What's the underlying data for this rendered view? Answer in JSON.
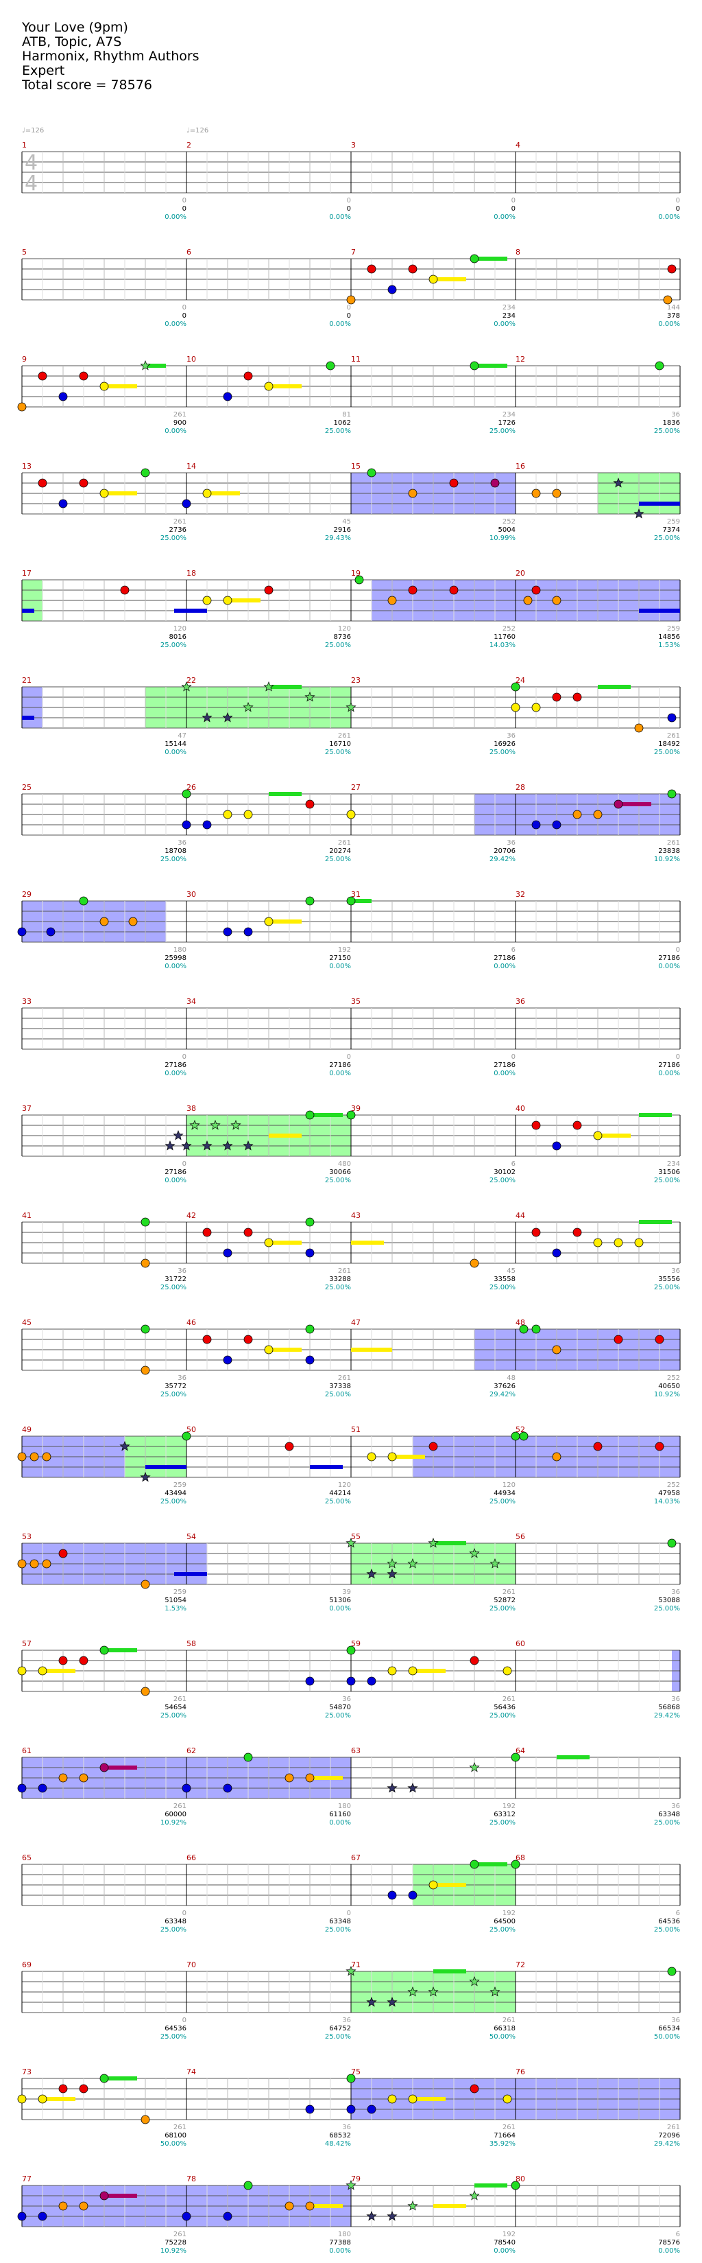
{
  "header": {
    "title": "Your Love (9pm)",
    "artist": "ATB, Topic, A7S",
    "author": "Harmonix, Rhythm Authors",
    "difficulty": "Expert",
    "score_line": "Total score = 78576"
  },
  "tempo_markers": [
    "♩=126",
    "♩=126"
  ],
  "time_signature": [
    "4",
    "4"
  ],
  "colors": {
    "green": "#22dd22",
    "red": "#ee0000",
    "yellow": "#ffee00",
    "blue": "#0000dd",
    "orange": "#ff9900",
    "purple": "#aa0066",
    "star_power": "#5555ff",
    "solo": "#55ff55"
  },
  "rows": [
    {
      "measures": [
        1,
        2,
        3,
        4
      ],
      "stats": [
        [
          "",
          "",
          ""
        ],
        [
          "0",
          "0",
          "0.00%"
        ],
        [
          "0",
          "0",
          "0.00%"
        ],
        [
          "0",
          "0",
          "0.00%"
        ],
        [
          "0",
          "0",
          "0.00%"
        ]
      ]
    },
    {
      "measures": [
        5,
        6,
        7,
        8
      ],
      "stats": [
        [
          "",
          "",
          ""
        ],
        [
          "0",
          "0",
          "0.00%"
        ],
        [
          "0",
          "0",
          "0.00%"
        ],
        [
          "234",
          "234",
          "0.00%"
        ],
        [
          "144",
          "378",
          "0.00%"
        ]
      ]
    },
    {
      "measures": [
        9,
        10,
        11,
        12
      ],
      "stats": [
        [
          "",
          "",
          ""
        ],
        [
          "261",
          "900",
          "0.00%"
        ],
        [
          "81",
          "1062",
          "25.00%"
        ],
        [
          "234",
          "1726",
          "25.00%"
        ],
        [
          "36",
          "1836",
          "25.00%"
        ]
      ]
    },
    {
      "measures": [
        13,
        14,
        15,
        16
      ],
      "stats": [
        [
          "",
          "",
          ""
        ],
        [
          "261",
          "2736",
          "25.00%"
        ],
        [
          "45",
          "2916",
          "29.43%"
        ],
        [
          "252",
          "5004",
          "10.99%"
        ],
        [
          "259",
          "7374",
          "25.00%"
        ]
      ]
    },
    {
      "measures": [
        17,
        18,
        19,
        20
      ],
      "stats": [
        [
          "",
          "",
          ""
        ],
        [
          "120",
          "8016",
          "25.00%"
        ],
        [
          "120",
          "8736",
          "25.00%"
        ],
        [
          "252",
          "11760",
          "14.03%"
        ],
        [
          "259",
          "14856",
          "1.53%"
        ]
      ]
    },
    {
      "measures": [
        21,
        22,
        23,
        24
      ],
      "stats": [
        [
          "",
          "",
          ""
        ],
        [
          "47",
          "15144",
          "0.00%"
        ],
        [
          "261",
          "16710",
          "25.00%"
        ],
        [
          "36",
          "16926",
          "25.00%"
        ],
        [
          "261",
          "18492",
          "25.00%"
        ]
      ]
    },
    {
      "measures": [
        25,
        26,
        27,
        28
      ],
      "stats": [
        [
          "",
          "",
          ""
        ],
        [
          "36",
          "18708",
          "25.00%"
        ],
        [
          "261",
          "20274",
          "25.00%"
        ],
        [
          "36",
          "20706",
          "29.42%"
        ],
        [
          "261",
          "23838",
          "10.92%"
        ]
      ]
    },
    {
      "measures": [
        29,
        30,
        31,
        32
      ],
      "stats": [
        [
          "",
          "",
          ""
        ],
        [
          "180",
          "25998",
          "0.00%"
        ],
        [
          "192",
          "27150",
          "0.00%"
        ],
        [
          "6",
          "27186",
          "0.00%"
        ],
        [
          "0",
          "27186",
          "0.00%"
        ]
      ]
    },
    {
      "measures": [
        33,
        34,
        35,
        36
      ],
      "stats": [
        [
          "",
          "",
          ""
        ],
        [
          "0",
          "27186",
          "0.00%"
        ],
        [
          "0",
          "27186",
          "0.00%"
        ],
        [
          "0",
          "27186",
          "0.00%"
        ],
        [
          "0",
          "27186",
          "0.00%"
        ]
      ]
    },
    {
      "measures": [
        37,
        38,
        39,
        40
      ],
      "stats": [
        [
          "",
          "",
          ""
        ],
        [
          "0",
          "27186",
          "0.00%"
        ],
        [
          "480",
          "30066",
          "25.00%"
        ],
        [
          "6",
          "30102",
          "25.00%"
        ],
        [
          "234",
          "31506",
          "25.00%"
        ]
      ]
    },
    {
      "measures": [
        41,
        42,
        43,
        44
      ],
      "stats": [
        [
          "",
          "",
          ""
        ],
        [
          "36",
          "31722",
          "25.00%"
        ],
        [
          "261",
          "33288",
          "25.00%"
        ],
        [
          "45",
          "33558",
          "25.00%"
        ],
        [
          "36",
          "35556",
          "25.00%"
        ]
      ]
    },
    {
      "measures": [
        45,
        46,
        47,
        48
      ],
      "stats": [
        [
          "",
          "",
          ""
        ],
        [
          "36",
          "35772",
          "25.00%"
        ],
        [
          "261",
          "37338",
          "25.00%"
        ],
        [
          "48",
          "37626",
          "29.42%"
        ],
        [
          "252",
          "40650",
          "10.92%"
        ]
      ]
    },
    {
      "measures": [
        49,
        50,
        51,
        52
      ],
      "stats": [
        [
          "",
          "",
          ""
        ],
        [
          "259",
          "43494",
          "25.00%"
        ],
        [
          "120",
          "44214",
          "25.00%"
        ],
        [
          "120",
          "44934",
          "25.00%"
        ],
        [
          "252",
          "47958",
          "14.03%"
        ]
      ]
    },
    {
      "measures": [
        53,
        54,
        55,
        56
      ],
      "stats": [
        [
          "",
          "",
          ""
        ],
        [
          "259",
          "51054",
          "1.53%"
        ],
        [
          "39",
          "51306",
          "0.00%"
        ],
        [
          "261",
          "52872",
          "25.00%"
        ],
        [
          "36",
          "53088",
          "25.00%"
        ]
      ]
    },
    {
      "measures": [
        57,
        58,
        59,
        60
      ],
      "stats": [
        [
          "",
          "",
          ""
        ],
        [
          "261",
          "54654",
          "25.00%"
        ],
        [
          "36",
          "54870",
          "25.00%"
        ],
        [
          "261",
          "56436",
          "25.00%"
        ],
        [
          "36",
          "56868",
          "29.42%"
        ]
      ]
    },
    {
      "measures": [
        61,
        62,
        63,
        64
      ],
      "stats": [
        [
          "",
          "",
          ""
        ],
        [
          "261",
          "60000",
          "10.92%"
        ],
        [
          "180",
          "61160",
          "0.00%"
        ],
        [
          "192",
          "63312",
          "25.00%"
        ],
        [
          "36",
          "63348",
          "25.00%"
        ]
      ]
    },
    {
      "measures": [
        65,
        66,
        67,
        68
      ],
      "stats": [
        [
          "",
          "",
          ""
        ],
        [
          "0",
          "63348",
          "25.00%"
        ],
        [
          "0",
          "63348",
          "25.00%"
        ],
        [
          "192",
          "64500",
          "25.00%"
        ],
        [
          "6",
          "64536",
          "25.00%"
        ]
      ]
    },
    {
      "measures": [
        69,
        70,
        71,
        72
      ],
      "stats": [
        [
          "",
          "",
          ""
        ],
        [
          "0",
          "64536",
          "25.00%"
        ],
        [
          "36",
          "64752",
          "25.00%"
        ],
        [
          "261",
          "66318",
          "50.00%"
        ],
        [
          "36",
          "66534",
          "50.00%"
        ]
      ]
    },
    {
      "measures": [
        73,
        74,
        75,
        76
      ],
      "stats": [
        [
          "",
          "",
          ""
        ],
        [
          "261",
          "68100",
          "50.00%"
        ],
        [
          "36",
          "68532",
          "48.42%"
        ],
        [
          "261",
          "71664",
          "35.92%"
        ],
        [
          "261",
          "72096",
          "29.42%"
        ]
      ]
    },
    {
      "measures": [
        77,
        78,
        79,
        80
      ],
      "stats": [
        [
          "",
          "",
          ""
        ],
        [
          "261",
          "75228",
          "10.92%"
        ],
        [
          "180",
          "77388",
          "0.00%"
        ],
        [
          "192",
          "78540",
          "0.00%"
        ],
        [
          "6",
          "78576",
          "0.00%"
        ]
      ]
    }
  ]
}
